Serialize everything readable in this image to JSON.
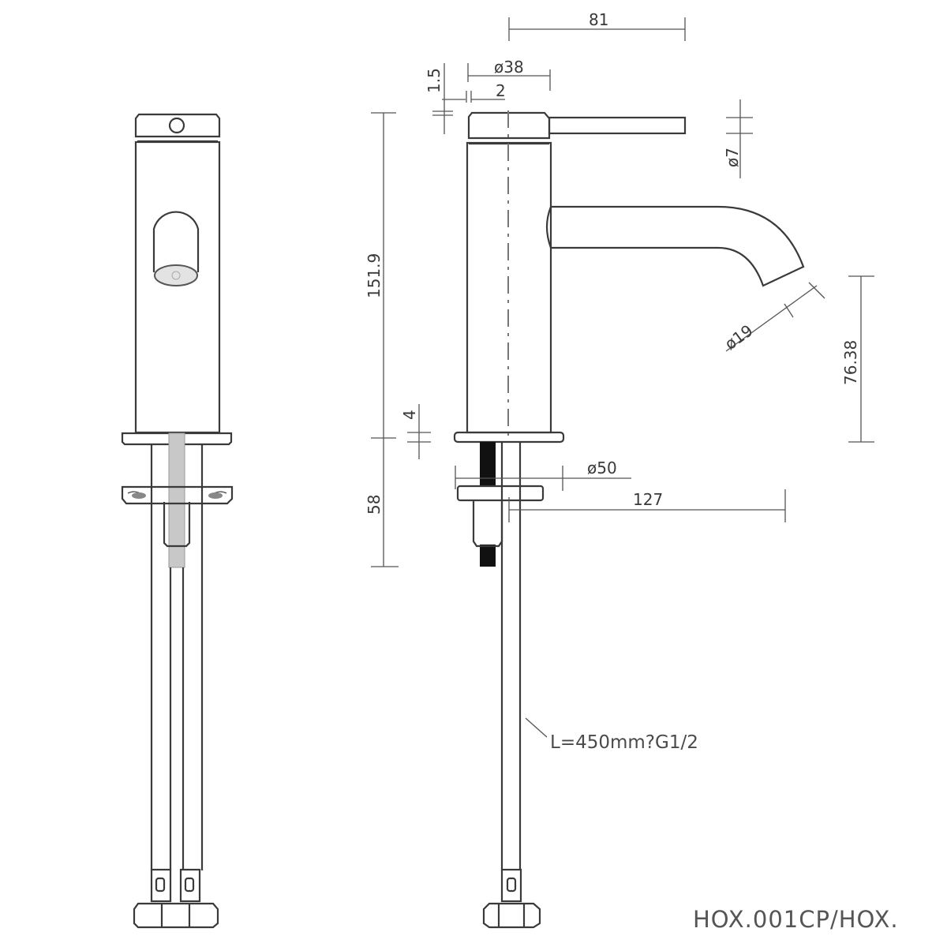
{
  "drawing": {
    "product_code": "HOX.001CP/HOX.",
    "hose_note": "L=450mm?G1/2",
    "views": [
      "front-view",
      "side-view"
    ],
    "dimensions": {
      "lever_reach": "81",
      "handle_diameter": "ø38",
      "cap_offset": "2",
      "cap_gap": "1.5",
      "body_height": "151.9",
      "lever_diameter": "ø7",
      "spout_diameter": "ø19",
      "spout_outlet_height": "76.38",
      "base_plate_thickness": "4",
      "mounting_depth": "58",
      "base_diameter": "ø50",
      "spout_projection": "127"
    },
    "colors": {
      "line": "#3a3a3a",
      "fill_gray": "#c8c8c8",
      "background": "#ffffff"
    }
  }
}
